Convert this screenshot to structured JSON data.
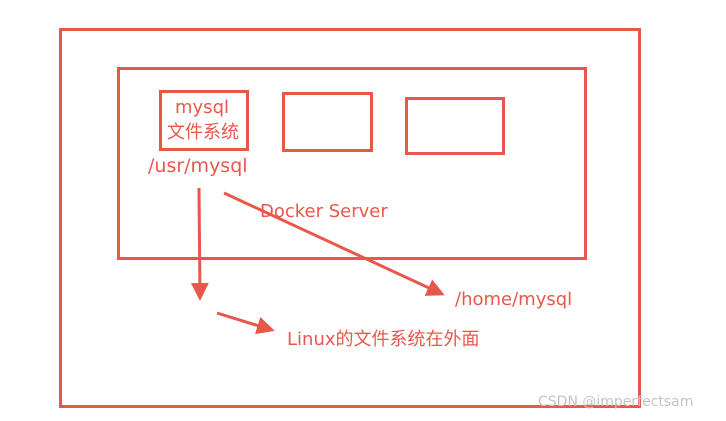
{
  "colors": {
    "accent": "#e8584a",
    "watermark": "#c4c4c4",
    "background": "#ffffff"
  },
  "diagram": {
    "container_line1": "mysql",
    "container_line2": "文件系统",
    "container_path": "/usr/mysql",
    "server_label": "Docker Server",
    "host_path": "/home/mysql",
    "host_fs_label": "Linux的文件系统在外面"
  },
  "watermark": "CSDN @imperfectsam"
}
